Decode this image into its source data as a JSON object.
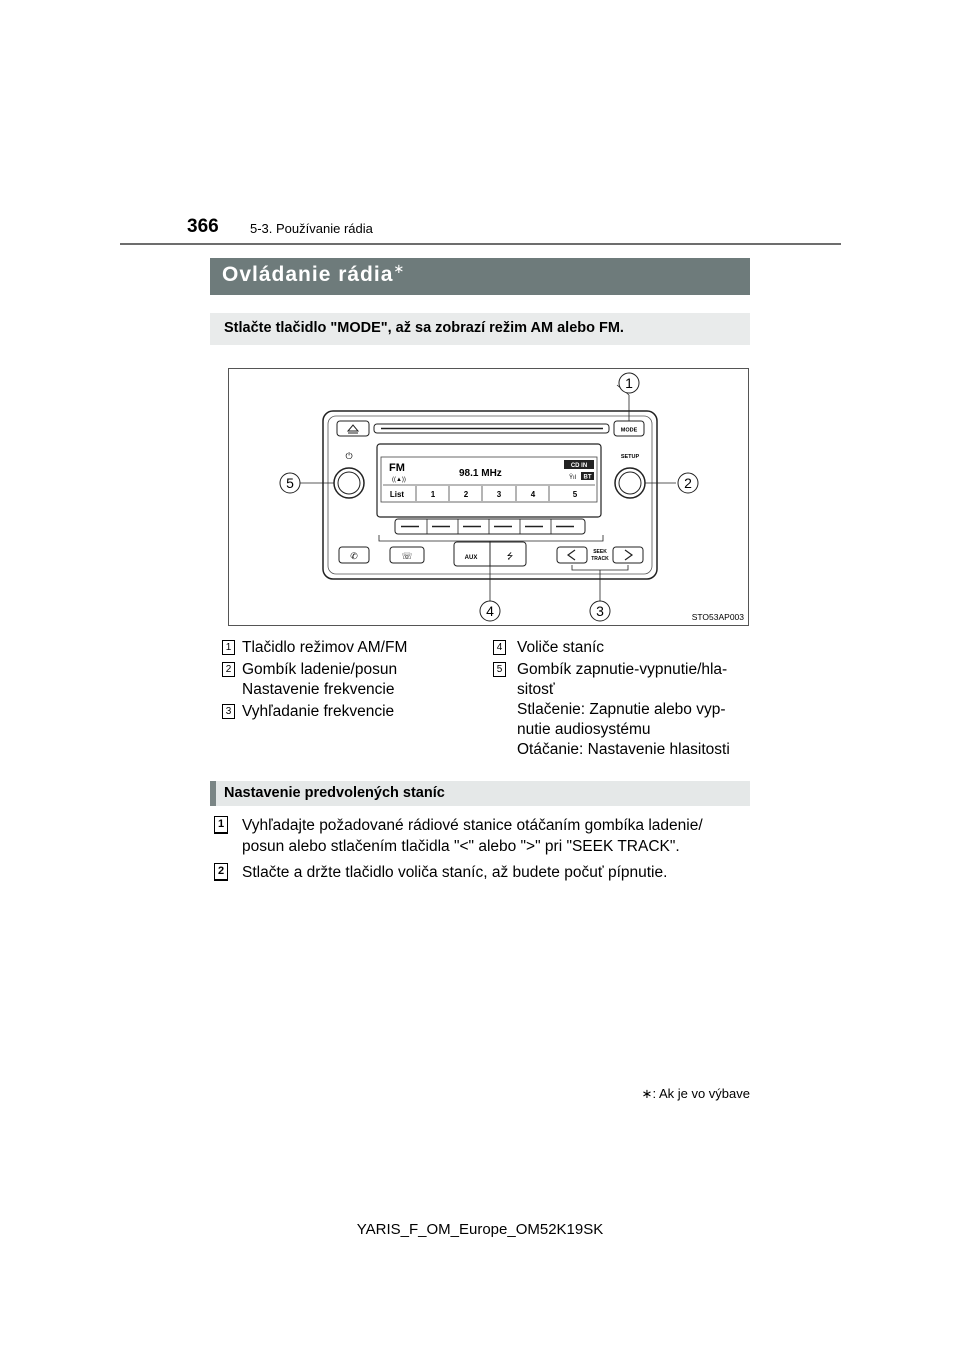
{
  "header": {
    "page_number": "366",
    "section": "5-3. Používanie rádia"
  },
  "title": {
    "text": "Ovládanie rádia",
    "mark": "∗"
  },
  "lead": "Stlačte tlačidlo \"MODE\", až sa zobrazí režim AM alebo FM.",
  "figure": {
    "code": "STO53AP003",
    "callouts": [
      "1",
      "2",
      "3",
      "4",
      "5"
    ],
    "labels": {
      "mode": "MODE",
      "setup": "SETUP",
      "aux": "AUX",
      "seek": "SEEK",
      "track": "TRACK",
      "band": "FM",
      "frequency": "98.1  MHz",
      "cd_in": "CD IN",
      "bt": "BT",
      "list": "List",
      "presets": [
        "1",
        "2",
        "3",
        "4",
        "5"
      ]
    }
  },
  "legend": {
    "left": [
      {
        "num": "1",
        "lines": [
          "Tlačidlo režimov AM/FM"
        ]
      },
      {
        "num": "2",
        "lines": [
          "Gombík ladenie/posun",
          "Nastavenie frekvencie"
        ]
      },
      {
        "num": "3",
        "lines": [
          "Vyhľadanie frekvencie"
        ]
      }
    ],
    "right": [
      {
        "num": "4",
        "lines": [
          "Voliče staníc"
        ]
      },
      {
        "num": "5",
        "lines": [
          "Gombík zapnutie-vypnutie/hla-",
          "sitosť",
          "Stlačenie: Zapnutie alebo vyp-",
          "nutie audiosystému",
          "Otáčanie: Nastavenie hlasitosti"
        ]
      }
    ]
  },
  "subheading": "Nastavenie predvolených staníc",
  "steps": [
    {
      "num": "1",
      "lines": [
        "Vyhľadajte požadované rádiové stanice otáčaním gombíka ladenie/",
        "posun alebo stlačením tlačidla \"<\" alebo \">\" pri \"SEEK TRACK\"."
      ]
    },
    {
      "num": "2",
      "lines": [
        "Stlačte a držte tlačidlo voliča staníc, až budete počuť pípnutie."
      ]
    }
  ],
  "footnote": {
    "mark": "∗",
    "text": ": Ak je vo výbave"
  },
  "footer": "YARIS_F_OM_Europe_OM52K19SK"
}
